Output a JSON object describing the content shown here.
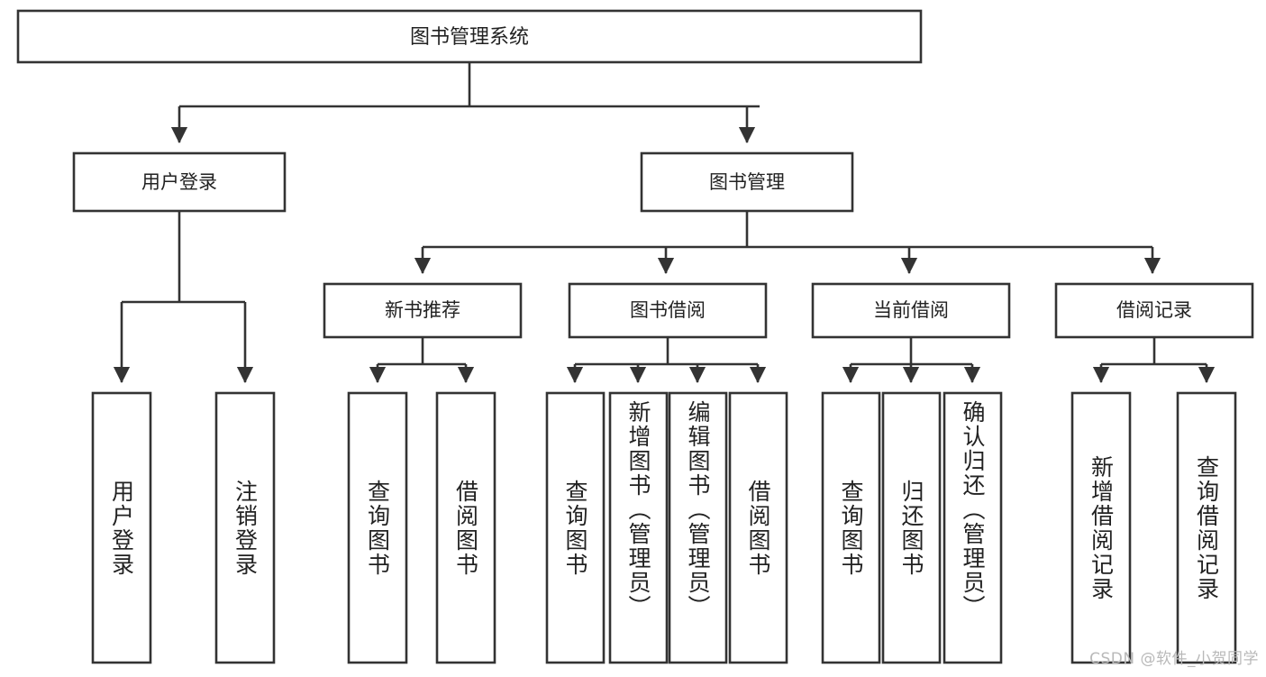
{
  "diagram": {
    "title": "图书管理系统",
    "type": "hierarchy-tree",
    "watermark": "CSDN @软件_小贺同学",
    "colors": {
      "stroke": "#333333",
      "fill": "#ffffff",
      "text": "#222222",
      "watermark": "#b9b9b9"
    },
    "root": {
      "label": "图书管理系统"
    },
    "level2": [
      {
        "label": "用户登录"
      },
      {
        "label": "图书管理"
      }
    ],
    "level3": [
      {
        "label": "新书推荐"
      },
      {
        "label": "图书借阅"
      },
      {
        "label": "当前借阅"
      },
      {
        "label": "借阅记录"
      }
    ],
    "leaves": {
      "user_login": [
        {
          "label": "用户登录"
        },
        {
          "label": "注销登录"
        }
      ],
      "new_book_recommend": [
        {
          "label": "查询图书"
        },
        {
          "label": "借阅图书"
        }
      ],
      "book_borrow": [
        {
          "label": "查询图书"
        },
        {
          "label": "新增图书（管理员）"
        },
        {
          "label": "编辑图书（管理员）"
        },
        {
          "label": "借阅图书"
        }
      ],
      "current_borrow": [
        {
          "label": "查询图书"
        },
        {
          "label": "归还图书"
        },
        {
          "label": "确认归还（管理员）"
        }
      ],
      "borrow_record": [
        {
          "label": "新增借阅记录"
        },
        {
          "label": "查询借阅记录"
        }
      ]
    }
  }
}
